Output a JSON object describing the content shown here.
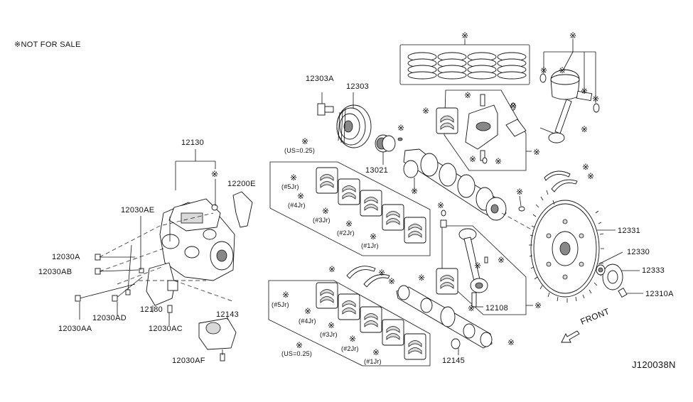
{
  "header": {
    "note": "※NOT FOR SALE"
  },
  "footer": {
    "diagram_code": "J120038N",
    "direction_label": "FRONT"
  },
  "parts": {
    "p12130": "12130",
    "p12200E": "12200E",
    "p12030AE": "12030AE",
    "p12030A": "12030A",
    "p12030AB": "12030AB",
    "p12030AA": "12030AA",
    "p12030AD": "12030AD",
    "p12180": "12180",
    "p12030AC": "12030AC",
    "p12143": "12143",
    "p12030AF": "12030AF",
    "p12303A": "12303A",
    "p12303": "12303",
    "p13021": "13021",
    "p12331": "12331",
    "p12330": "12330",
    "p12333": "12333",
    "p12310A": "12310A",
    "p12108": "12108",
    "p12145": "12145"
  },
  "bearing_set_top": {
    "us": "(US=0.25)",
    "j5": "(#5Jr)",
    "j4": "(#4Jr)",
    "j3": "(#3Jr)",
    "j2": "(#2Jr)",
    "j1": "(#1Jr)"
  },
  "bearing_set_bottom": {
    "us": "(US=0.25)",
    "j5": "(#5Jr)",
    "j4": "(#4Jr)",
    "j3": "(#3Jr)",
    "j2": "(#2Jr)",
    "j1": "(#1Jr)"
  },
  "marker": "※"
}
